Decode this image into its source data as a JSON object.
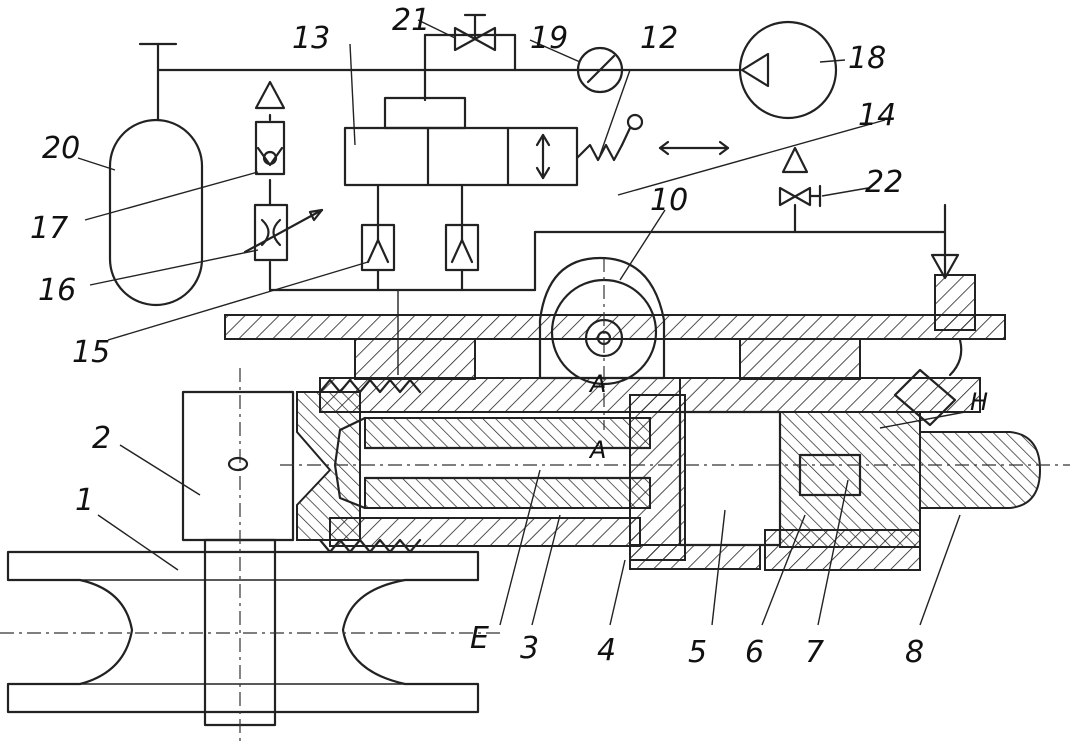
{
  "labels": {
    "l1": "1",
    "l2": "2",
    "l3": "3",
    "l4": "4",
    "l5": "5",
    "l6": "6",
    "l7": "7",
    "l8": "8",
    "l10": "10",
    "l12": "12",
    "l13": "13",
    "l14": "14",
    "l15": "15",
    "l16": "16",
    "l17": "17",
    "l18": "18",
    "l19": "19",
    "l20": "20",
    "l21": "21",
    "l22": "22",
    "lE": "E",
    "lH": "H",
    "lA1": "A",
    "lA2": "A"
  }
}
